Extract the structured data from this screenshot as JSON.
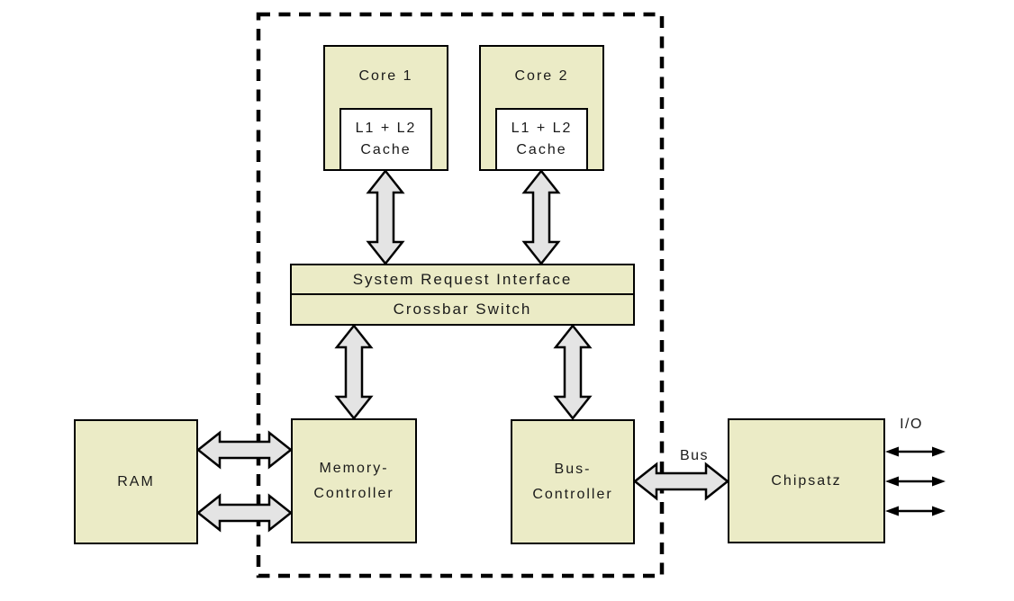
{
  "diagram": {
    "boxes": {
      "core1": {
        "label": "Core 1"
      },
      "core2": {
        "label": "Core 2"
      },
      "cache": {
        "line1": "L1 + L2",
        "line2": "Cache"
      },
      "system_request_interface": {
        "label": "System Request Interface"
      },
      "crossbar_switch": {
        "label": "Crossbar Switch"
      },
      "ram": {
        "label": "RAM"
      },
      "memory_controller": {
        "line1": "Memory-",
        "line2": "Controller"
      },
      "bus_controller": {
        "line1": "Bus-",
        "line2": "Controller"
      },
      "chipset": {
        "label": "Chipsatz"
      }
    },
    "labels": {
      "bus": "Bus",
      "io": "I/O"
    },
    "connections": [
      {
        "from": "cache1",
        "to": "system_request_interface",
        "style": "block-double-arrow",
        "orientation": "vertical"
      },
      {
        "from": "cache2",
        "to": "system_request_interface",
        "style": "block-double-arrow",
        "orientation": "vertical"
      },
      {
        "from": "crossbar_switch",
        "to": "memory_controller",
        "style": "block-double-arrow",
        "orientation": "vertical"
      },
      {
        "from": "crossbar_switch",
        "to": "bus_controller",
        "style": "block-double-arrow",
        "orientation": "vertical"
      },
      {
        "from": "ram",
        "to": "memory_controller",
        "style": "block-double-arrow",
        "orientation": "horizontal",
        "count": 2
      },
      {
        "from": "bus_controller",
        "to": "chipset",
        "style": "block-double-arrow",
        "orientation": "horizontal",
        "label": "Bus"
      },
      {
        "from": "chipset",
        "to": "io",
        "style": "thin-double-arrow",
        "orientation": "horizontal",
        "count": 3,
        "label": "I/O"
      }
    ],
    "colors": {
      "box_fill": "#ebebc6",
      "arrow_fill": "#e4e4e4",
      "outline": "#000000",
      "background": "#ffffff"
    }
  }
}
